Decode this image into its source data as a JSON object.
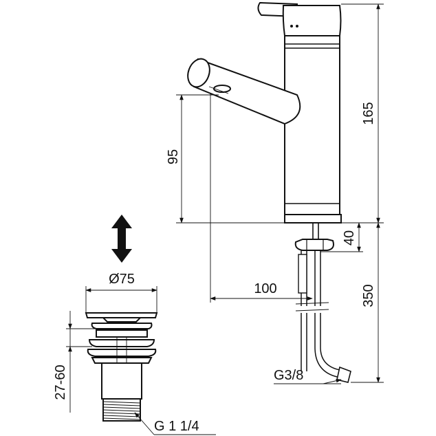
{
  "dimensions": {
    "total_height": "165",
    "spout_height": "95",
    "hose_length": "350",
    "shank_length": "40",
    "spout_reach": "100",
    "waste_diameter": "Ø75",
    "waste_range": "27-60"
  },
  "threads": {
    "supply": "G3/8",
    "waste": "G 1 1/4"
  }
}
